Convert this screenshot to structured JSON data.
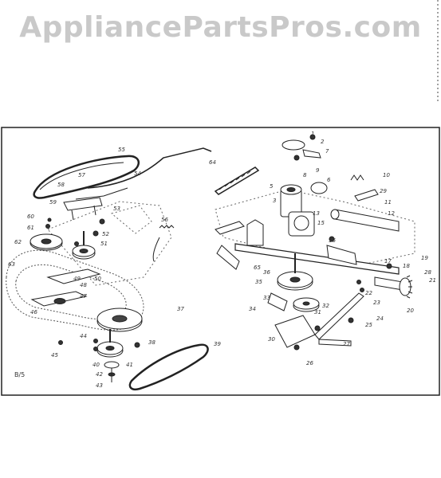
{
  "watermark": {
    "text": "AppliancePartsPros.com"
  },
  "page_code": "B/5",
  "part_labels": [
    "1",
    "2",
    "3",
    "5",
    "6",
    "7",
    "8",
    "9",
    "10",
    "11",
    "12",
    "13",
    "15",
    "16",
    "17",
    "18",
    "19",
    "20",
    "21",
    "22",
    "23",
    "24",
    "25",
    "26",
    "27",
    "28",
    "29",
    "30",
    "31",
    "32",
    "33",
    "34",
    "35",
    "36",
    "37",
    "38",
    "39",
    "40",
    "41",
    "42",
    "43",
    "44",
    "45",
    "46",
    "47",
    "48",
    "49",
    "50",
    "51",
    "52",
    "53",
    "54",
    "55",
    "56",
    "57",
    "58",
    "59",
    "60",
    "61",
    "62",
    "63",
    "64",
    "65"
  ]
}
